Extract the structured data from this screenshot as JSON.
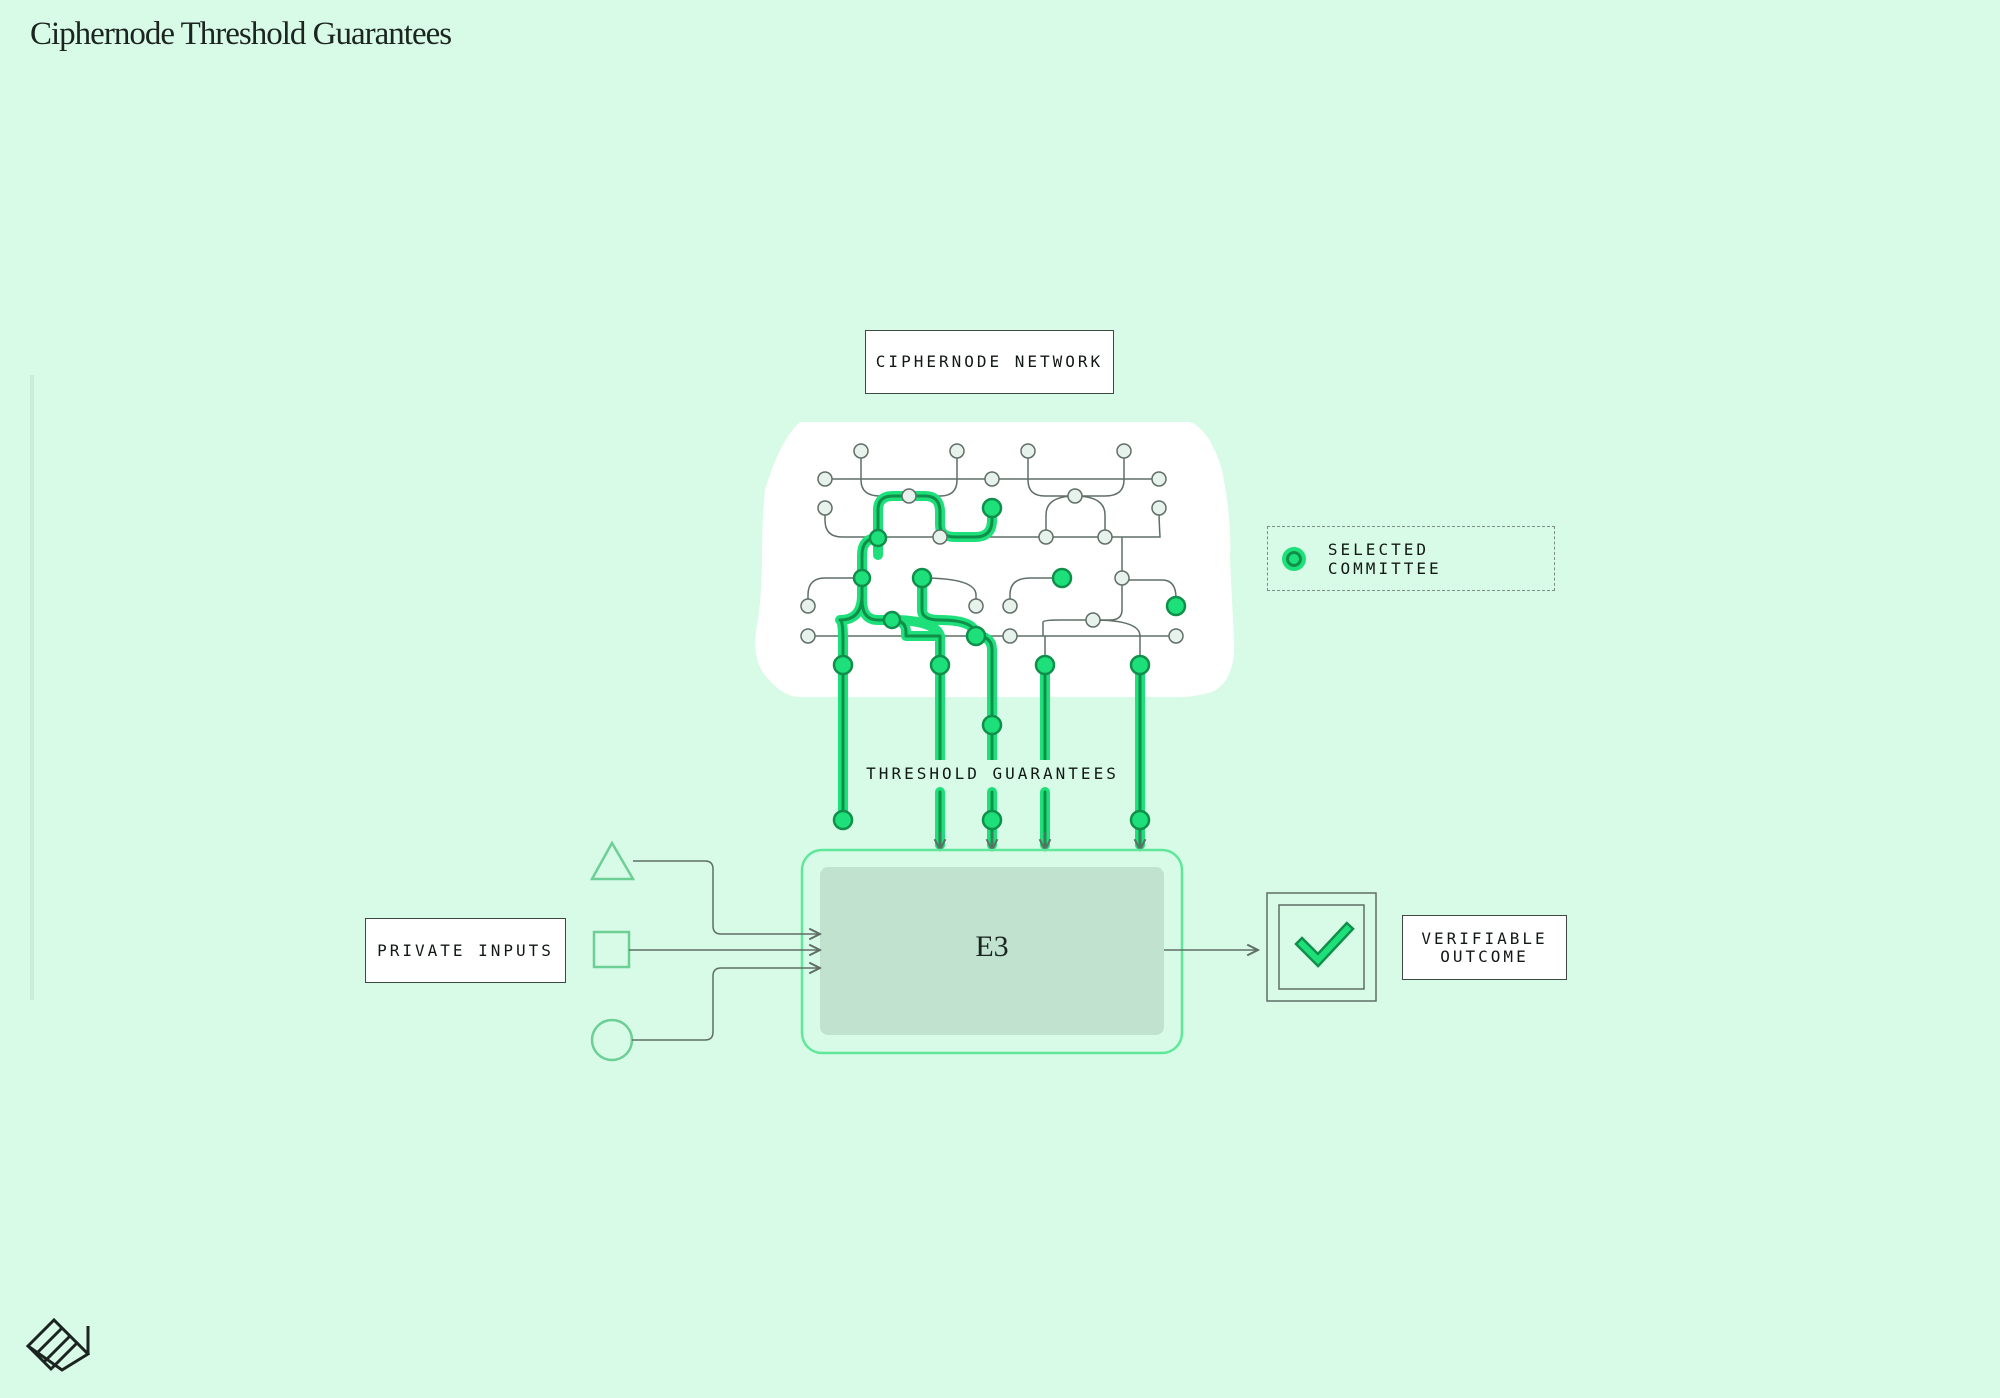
{
  "title": "Ciphernode Threshold Guarantees",
  "labels": {
    "network": "CIPHERNODE NETWORK",
    "legend": "SELECTED COMMITTEE",
    "threshold": "THRESHOLD GUARANTEES",
    "private_inputs": "PRIVATE INPUTS",
    "e3": "E3",
    "outcome": "VERIFIABLE\nOUTCOME"
  },
  "colors": {
    "background": "#d8fbe7",
    "accent": "#1ee07a",
    "accent_dark": "#0f8f4a",
    "e3_fill": "#c0e2cf",
    "line": "#5f6e66",
    "input_shape": "#6ccf95"
  },
  "icons": {
    "input_shapes": [
      "triangle-icon",
      "square-icon",
      "circle-icon"
    ],
    "outcome": "checkmark-icon",
    "logo": "brand-logo-icon"
  }
}
